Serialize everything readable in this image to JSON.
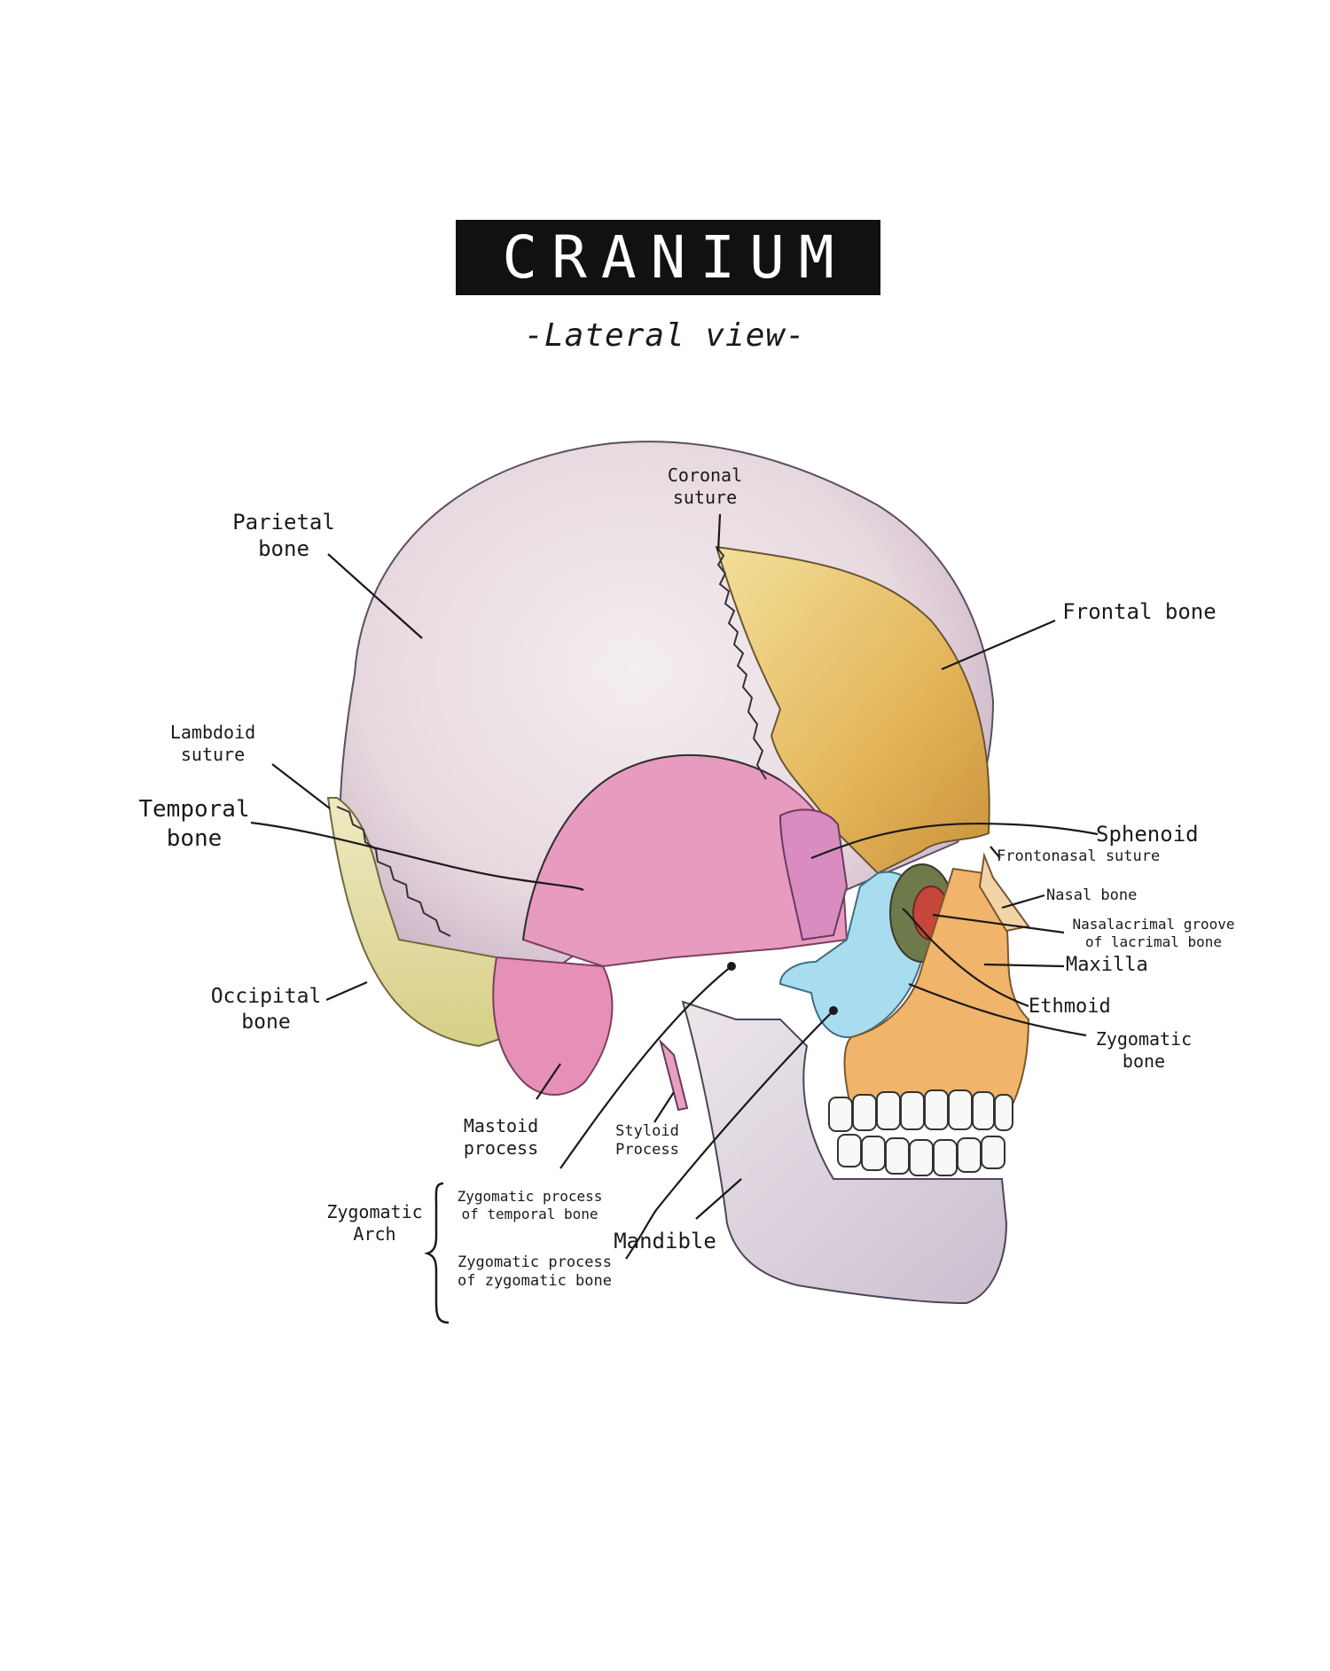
{
  "title": "CRANIUM",
  "subtitle": "-Lateral view-",
  "labels": {
    "coronal_suture": "Coronal\nsuture",
    "parietal_bone": "Parietal\nbone",
    "frontal_bone": "Frontal bone",
    "lambdoid_suture": "Lambdoid\nsuture",
    "temporal_bone": "Temporal\nbone",
    "sphenoid": "Sphenoid",
    "frontonasal_suture": "Frontonasal suture",
    "nasal_bone": "Nasal bone",
    "nasolacrimal_groove": "Nasalacrimal groove\nof lacrimal bone",
    "maxilla": "Maxilla",
    "ethmoid": "Ethmoid",
    "zygomatic_bone": "Zygomatic\nbone",
    "occipital_bone": "Occipital\nbone",
    "mastoid_process": "Mastoid\nprocess",
    "styloid_process": "Styloid\nProcess",
    "zygomatic_arch": "Zygomatic\nArch",
    "zygomatic_process_temporal": "Zygomatic process\nof temporal bone",
    "zygomatic_process_zygomatic": "Zygomatic process\nof zygomatic bone",
    "mandible": "Mandible"
  },
  "colors": {
    "parietal": "#e9dde3",
    "frontal": "#e2b65a",
    "temporal": "#e58fb5",
    "zygomatic": "#9fd6ea",
    "maxilla": "#f0b46a",
    "occipital": "#dfd98a",
    "mandible": "#d9cdd8",
    "teeth": "#f8f8f6",
    "eye_socket": "#c7463a"
  }
}
